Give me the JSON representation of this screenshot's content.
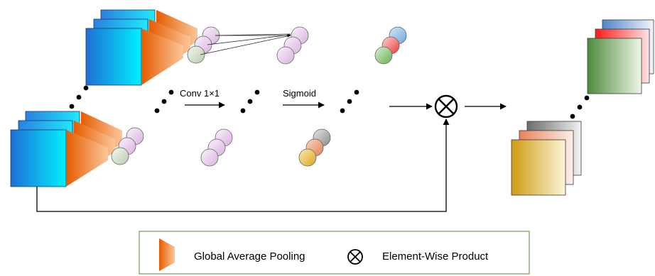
{
  "labels": {
    "conv": "Conv 1×1",
    "sigmoid": "Sigmoid"
  },
  "legend": {
    "gap_label": "Global Average Pooling",
    "product_label": "Element-Wise Product",
    "border_color": "#8fb07a"
  },
  "colors": {
    "input_block": "#00c2e6",
    "pool_wedge": "#f07b1c",
    "sigmoid_blue": "#9fc3e8",
    "sigmoid_red": "#f06060",
    "sigmoid_green": "#8cc67a",
    "out_green": "#6aa45a",
    "out_yellow": "#d9a520"
  },
  "icons": {
    "product_symbol": "circle-times-icon",
    "pool_symbol": "orange-wedge-icon"
  }
}
